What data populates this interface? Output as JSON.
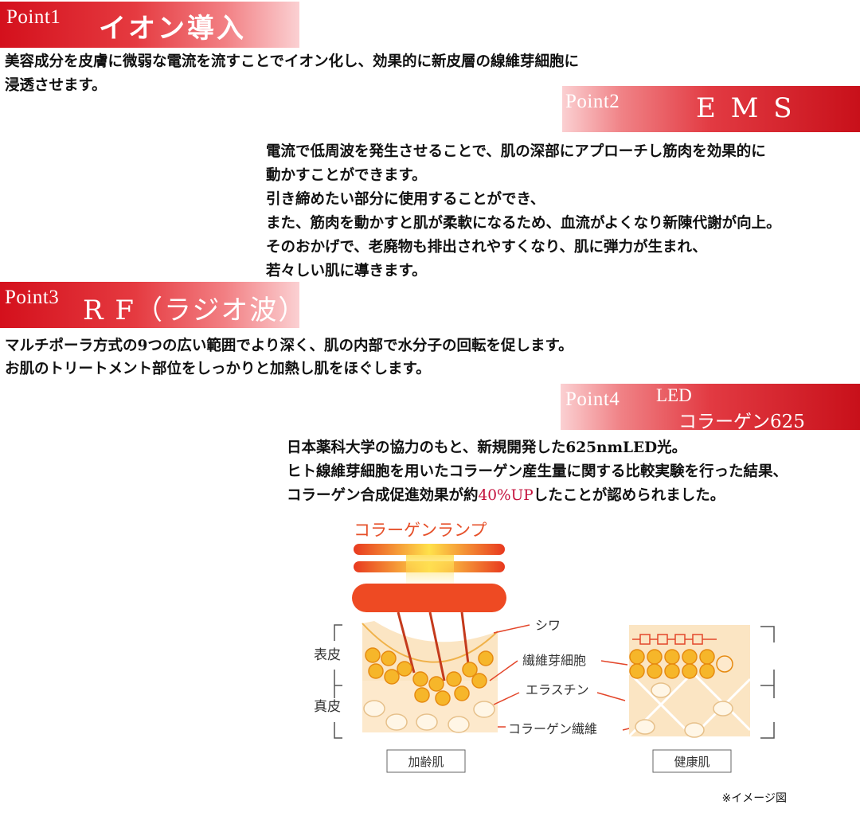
{
  "point1": {
    "label": "Point1",
    "title": "イオン導入",
    "text": [
      "美容成分を皮膚に微弱な電流を流すことでイオン化し、効果的に新皮層の線維芽細胞に",
      "浸透させます。"
    ]
  },
  "point2": {
    "label": "Point2",
    "title": "E M S",
    "text": [
      "電流で低周波を発生させることで、肌の深部にアプローチし筋肉を効果的に",
      "動かすことができます。",
      "引き締めたい部分に使用することができ、",
      "また、筋肉を動かすと肌が柔軟になるため、血流がよくなり新陳代謝が向上。",
      "そのおかげで、老廃物も排出されやすくなり、肌に弾力が生まれ、",
      "若々しい肌に導きます。"
    ]
  },
  "point3": {
    "label": "Point3",
    "title": "R F（ラジオ波）",
    "text": [
      "マルチポーラ方式の9つの広い範囲でより深く、肌の内部で水分子の回転を促します。",
      "お肌のトリートメント部位をしっかりと加熱し肌をほぐします。"
    ]
  },
  "point4": {
    "label": "Point4",
    "title_line1": "LED",
    "title_line2": "コラーゲン625",
    "text_line1": "日本薬科大学の協力のもと、新規開発した625nmLED光。",
    "text_line2": "ヒト線維芽細胞を用いたコラーゲン産生量に関する比較実験を行った結果、",
    "text_line3_before": "コラーゲン合成促進効果が約",
    "text_line3_highlight": "40%UP",
    "text_line3_after": "したことが認められました。"
  },
  "diagram": {
    "lamp_label": "コラーゲンランプ",
    "epidermis": "表皮",
    "dermis": "真皮",
    "wrinkle": "シワ",
    "fibroblast": "繊維芽細胞",
    "elastin": "エラスチン",
    "collagen_fiber": "コラーゲン繊維",
    "aged_skin": "加齢肌",
    "healthy_skin": "健康肌"
  },
  "note": "※イメージ図",
  "colors": {
    "banner_red": "#d4101c",
    "highlight": "#c4123d",
    "lamp_orange": "#ee4a23",
    "skin_beige": "#fbe5c3",
    "cell_orange": "#f2a71a"
  }
}
